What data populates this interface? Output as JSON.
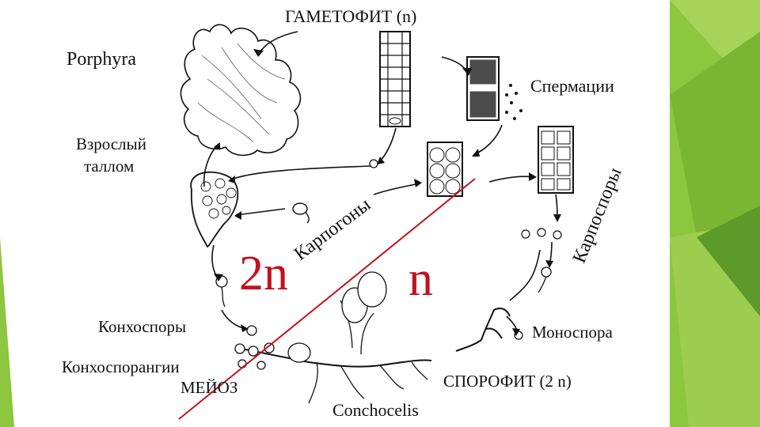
{
  "slide": {
    "accent_green": "#8dc63f",
    "accent_green_dark": "#5e9a2a",
    "line_red": "#c1121f"
  },
  "labels": {
    "gametophyte": "ГАМЕТОФИТ (n)",
    "porphyra": "Porphyra",
    "adult_thallus_1": "Взрослый",
    "adult_thallus_2": "таллом",
    "spermatia": "Спермации",
    "carpogons": "Карпогоны",
    "carpospores": "Карпоспоры",
    "ploidy_2n": "2n",
    "ploidy_n": "n",
    "conchospores": "Конхоспоры",
    "monospore": "Моноспора",
    "conchosporangia": "Конхоспорангии",
    "meiosis": "МЕЙОЗ",
    "sporophyte": "СПОРОФИТ (2 n)",
    "conchocelis": "Conchocelis"
  }
}
